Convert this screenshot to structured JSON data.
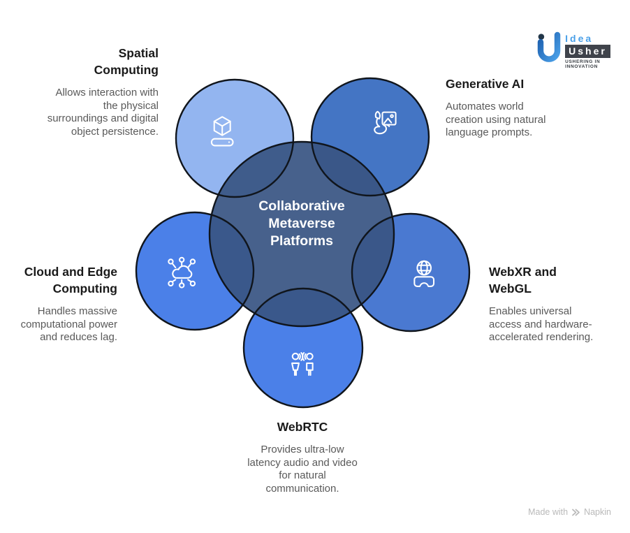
{
  "brand": {
    "idea": "Idea",
    "usher": "Usher",
    "tagline": "USHERING IN INNOVATION"
  },
  "center": {
    "title": "Collaborative\nMetaverse\nPlatforms",
    "fill": "rgba(57,85,131,0.93)"
  },
  "colors": {
    "outline": "#10151c",
    "title_text": "#1a1a1a",
    "description_text": "#595959"
  },
  "nodes": [
    {
      "key": "spatial-computing",
      "title": "Spatial\nComputing",
      "description": "Allows interaction with\nthe physical\nsurroundings and digital\nobject persistence.",
      "circle_color": "#93B5F0",
      "icon": "cube-on-platform-icon"
    },
    {
      "key": "generative-ai",
      "title": "Generative AI",
      "description": "Automates world\ncreation using natural\nlanguage prompts.",
      "circle_color": "#4475C4",
      "icon": "paintbrush-picture-icon"
    },
    {
      "key": "cloud-and-edge-computing",
      "title": "Cloud and Edge\nComputing",
      "description": "Handles massive\ncomputational power\nand reduces lag.",
      "circle_color": "#4B80E8",
      "icon": "cloud-network-icon"
    },
    {
      "key": "webxr-and-webgl",
      "title": "WebXR and\nWebGL",
      "description": "Enables universal\naccess and hardware-\naccelerated rendering.",
      "circle_color": "#4A79D1",
      "icon": "globe-vr-headset-icon"
    },
    {
      "key": "webrtc",
      "title": "WebRTC",
      "description": "Provides ultra-low\nlatency audio and video\nfor natural\ncommunication.",
      "circle_color": "#4B80E8",
      "icon": "people-talking-icon"
    }
  ],
  "footer": {
    "made_with": "Made with",
    "brand": "Napkin"
  }
}
